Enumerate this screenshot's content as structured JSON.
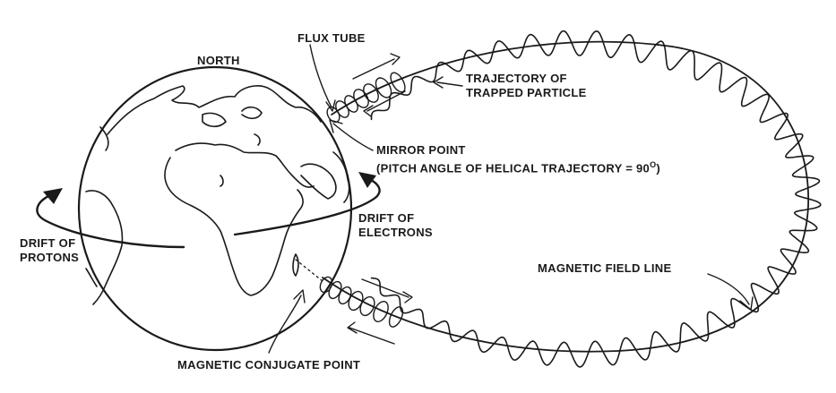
{
  "labels": {
    "north": "NORTH",
    "flux_tube": "FLUX TUBE",
    "trajectory_line1": "TRAJECTORY OF",
    "trajectory_line2": "TRAPPED PARTICLE",
    "mirror_point_line1": "MIRROR POINT",
    "mirror_point_line2_prefix": "(PITCH ANGLE OF HELICAL TRAJECTORY = 90",
    "mirror_point_degree": "O",
    "mirror_point_close": ")",
    "drift_electrons_line1": "DRIFT OF",
    "drift_electrons_line2": "ELECTRONS",
    "drift_protons_line1": "DRIFT OF",
    "drift_protons_line2": "PROTONS",
    "magnetic_field_line": "MAGNETIC FIELD LINE",
    "conjugate_point": "MAGNETIC CONJUGATE POINT"
  },
  "colors": {
    "ink": "#1a1a1a",
    "background": "#ffffff"
  }
}
